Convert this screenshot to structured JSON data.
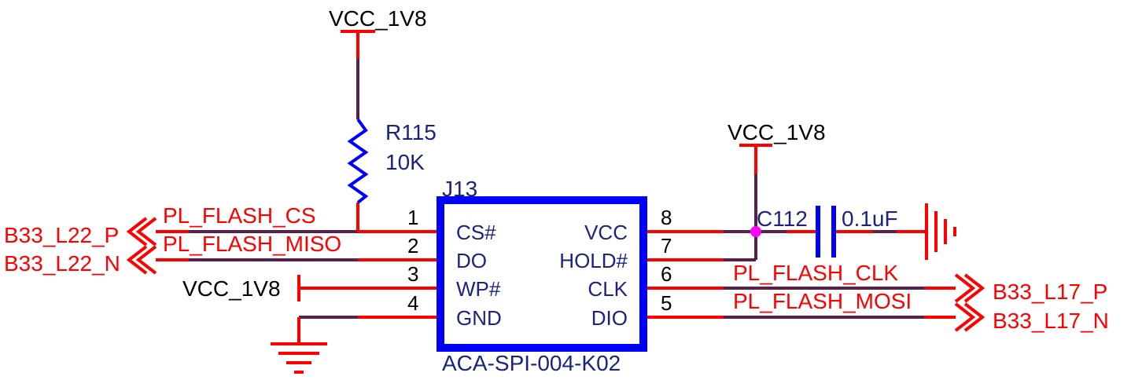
{
  "colors": {
    "wire": "#5a1f4a",
    "pin": "#ff0000",
    "component": "#0000ff",
    "text_black": "#000000",
    "text_red": "#ff0000",
    "text_blue": "#1a237e",
    "junction": "#ff00ff"
  },
  "power_labels": {
    "vcc_top": "VCC_1V8",
    "vcc_cap": "VCC_1V8",
    "vcc_wp": "VCC_1V8"
  },
  "resistor": {
    "ref": "R115",
    "value": "10K"
  },
  "capacitor": {
    "ref": "C112",
    "value": "0.1uF"
  },
  "connector": {
    "ref": "J13",
    "part": "ACA-SPI-004-K02",
    "left_pins": [
      {
        "num": "1",
        "name": "CS#"
      },
      {
        "num": "2",
        "name": "DO"
      },
      {
        "num": "3",
        "name": "WP#"
      },
      {
        "num": "4",
        "name": "GND"
      }
    ],
    "right_pins": [
      {
        "num": "8",
        "name": "VCC"
      },
      {
        "num": "7",
        "name": "HOLD#"
      },
      {
        "num": "6",
        "name": "CLK"
      },
      {
        "num": "5",
        "name": "DIO"
      }
    ]
  },
  "nets": {
    "cs": "PL_FLASH_CS",
    "miso": "PL_FLASH_MISO",
    "clk": "PL_FLASH_CLK",
    "mosi": "PL_FLASH_MOSI"
  },
  "ports": {
    "left_top": "B33_L22_P",
    "left_bottom": "B33_L22_N",
    "right_top": "B33_L17_P",
    "right_bottom": "B33_L17_N"
  }
}
